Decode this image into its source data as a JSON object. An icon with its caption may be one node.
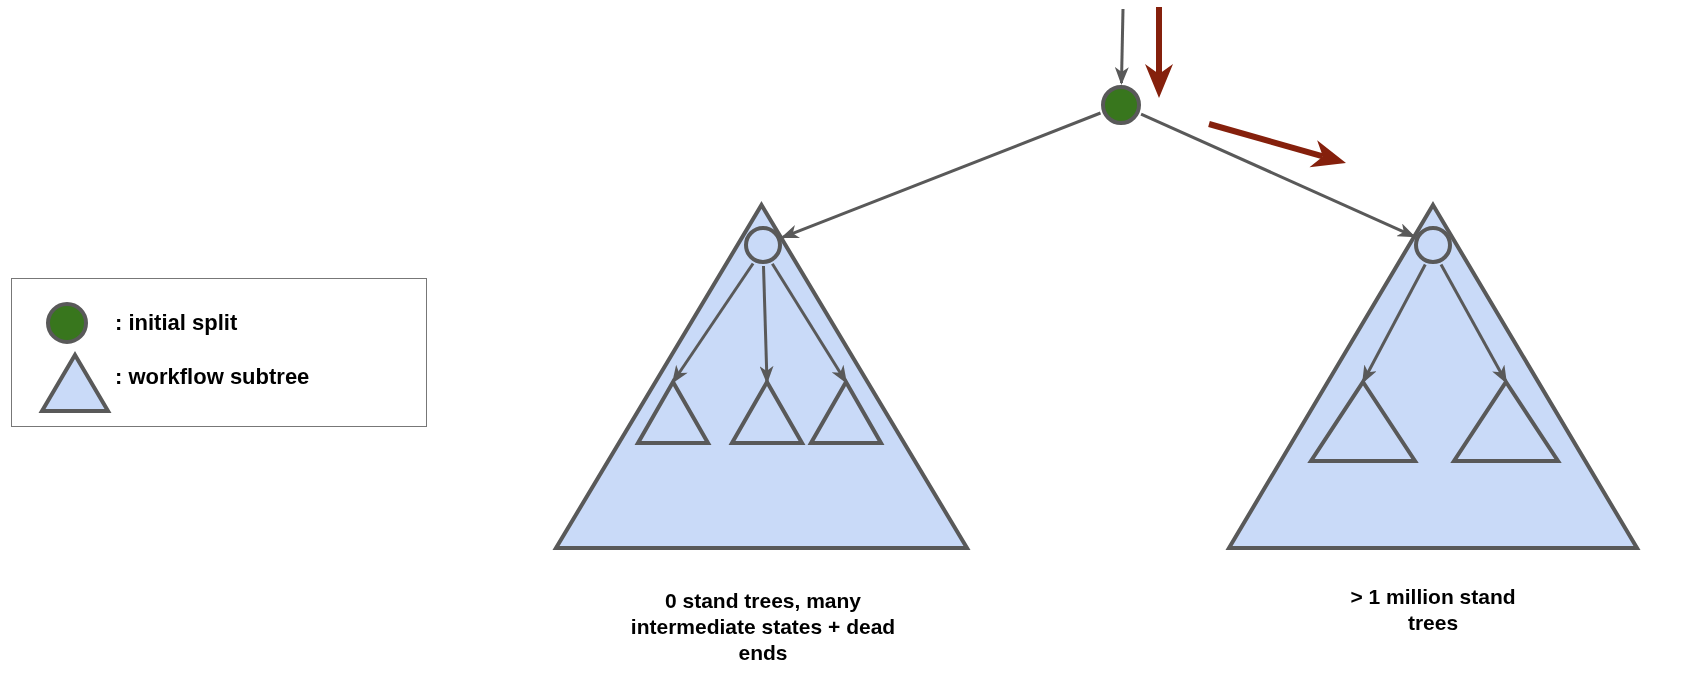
{
  "diagram": {
    "nodes": [
      {
        "text": [],
        "shape": "circle"
      },
      {
        "text": [],
        "shape": "triangle",
        "beside": [
          "0 stand trees, many intermediate states + dead ends"
        ]
      },
      {
        "text": [],
        "shape": "circle",
        "in": 1
      },
      {
        "text": [],
        "shape": "triangle",
        "in": 1
      },
      {
        "text": [],
        "shape": "triangle",
        "in": 1
      },
      {
        "text": [],
        "shape": "triangle",
        "in": 1
      },
      {
        "text": [],
        "shape": "triangle",
        "beside": [
          "> 1 million stand trees"
        ]
      },
      {
        "text": [],
        "shape": "circle",
        "in": 6
      },
      {
        "text": [],
        "shape": "triangle",
        "in": 6
      },
      {
        "text": [],
        "shape": "triangle",
        "in": 6
      }
    ],
    "edges": [
      {
        "from": null,
        "to": 0,
        "arrow": "to"
      },
      {
        "from": 0,
        "to": 2,
        "arrow": "to"
      },
      {
        "from": 0,
        "to": 7,
        "arrow": "to"
      },
      {
        "from": 2,
        "to": 3,
        "arrow": "to"
      },
      {
        "from": 2,
        "to": 4,
        "arrow": "to"
      },
      {
        "from": 2,
        "to": 5,
        "arrow": "to"
      },
      {
        "from": 7,
        "to": 8,
        "arrow": "to"
      },
      {
        "from": 7,
        "to": 9,
        "arrow": "to"
      }
    ],
    "legend": [
      {
        "text": ": initial split"
      },
      {
        "text": ": workflow subtree"
      }
    ]
  }
}
